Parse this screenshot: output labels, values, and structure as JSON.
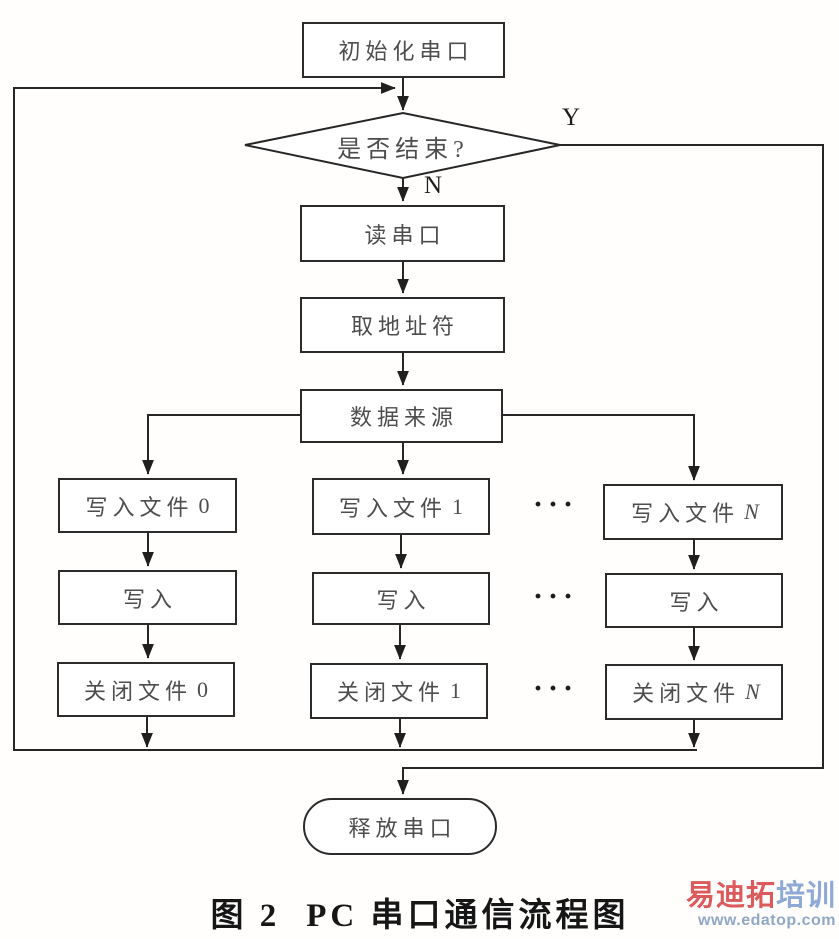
{
  "flowchart": {
    "nodes": {
      "init": {
        "label": "初始化串口"
      },
      "decision": {
        "label": "是否结束?"
      },
      "read": {
        "label": "读串口"
      },
      "addr": {
        "label": "取地址符"
      },
      "source": {
        "label": "数据来源"
      },
      "write_file_0": {
        "prefix": "写入文件",
        "suffix": "0"
      },
      "write_0": {
        "label": "写入"
      },
      "close_file_0": {
        "prefix": "关闭文件",
        "suffix": "0"
      },
      "write_file_1": {
        "prefix": "写入文件",
        "suffix": "1"
      },
      "write_1": {
        "label": "写入"
      },
      "close_file_1": {
        "prefix": "关闭文件",
        "suffix": "1"
      },
      "write_file_n": {
        "prefix": "写入文件",
        "suffix": "N"
      },
      "write_n": {
        "label": "写入"
      },
      "close_file_n": {
        "prefix": "关闭文件",
        "suffix": "N"
      },
      "release": {
        "label": "释放串口"
      }
    },
    "edge_labels": {
      "yes": "Y",
      "no": "N"
    },
    "ellipsis": "···"
  },
  "caption": {
    "figure_no": "图 2",
    "title": "PC 串口通信流程图"
  },
  "watermark": {
    "brand_red": "易迪拓",
    "brand_blue": "培训",
    "url": "www.edatop.com",
    "red": "#dc5a5c",
    "blue": "#8fa9d6",
    "url_color": "#90a7c6"
  },
  "colors": {
    "line": "#262626",
    "box_border": "#2b2b2b",
    "text": "#4d4d4d",
    "bg": "#fffefd"
  }
}
